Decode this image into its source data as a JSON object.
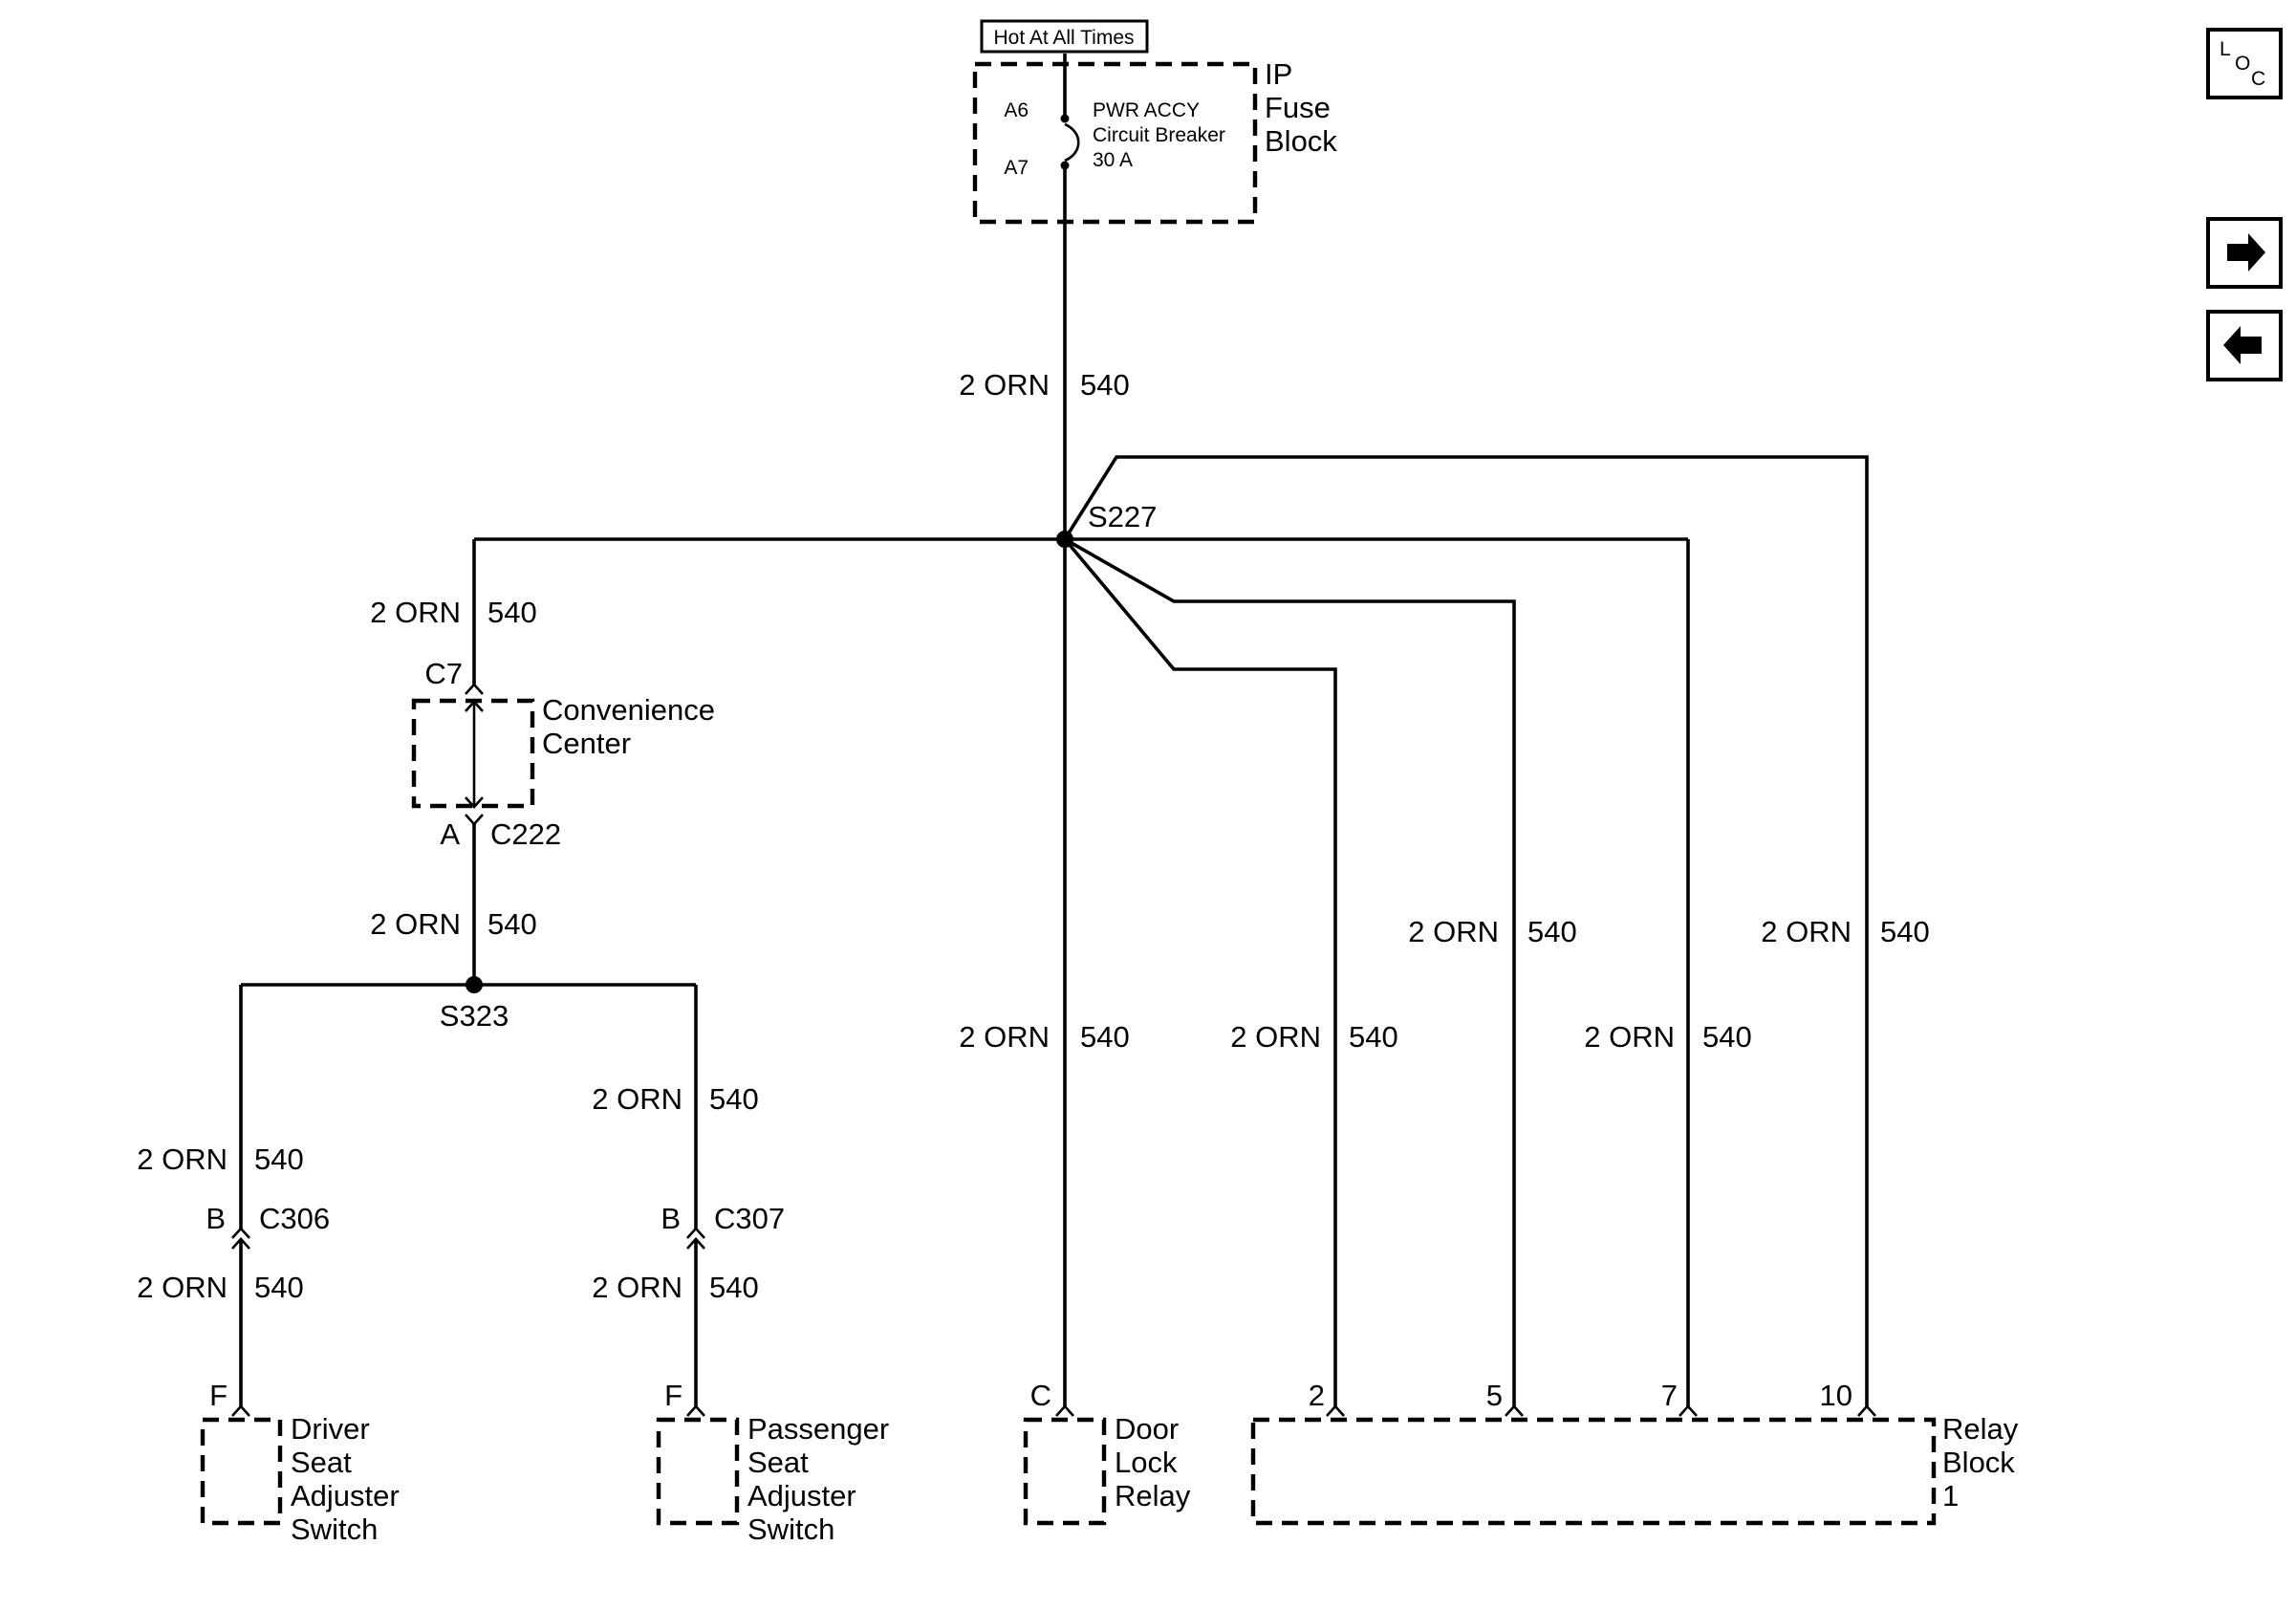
{
  "power_label": "Hot At All Times",
  "fuse_block": {
    "title_lines": [
      "IP",
      "Fuse",
      "Block"
    ],
    "breaker_lines": [
      "PWR ACCY",
      "Circuit Breaker",
      "30 A"
    ],
    "pin_in": "A6",
    "pin_out": "A7"
  },
  "wire_label": {
    "gauge_color": "2 ORN",
    "circuit": "540"
  },
  "splices": {
    "main": "S227",
    "seat": "S323"
  },
  "convenience_center": {
    "title_lines": [
      "Convenience",
      "Center"
    ],
    "top_connector": "C7",
    "bottom_pin": "A",
    "bottom_connector": "C222"
  },
  "connectors": {
    "c306": {
      "pin": "B",
      "name": "C306"
    },
    "c307": {
      "pin": "B",
      "name": "C307"
    }
  },
  "components": {
    "driver_seat": {
      "pin": "F",
      "lines": [
        "Driver",
        "Seat",
        "Adjuster",
        "Switch"
      ]
    },
    "passenger_seat": {
      "pin": "F",
      "lines": [
        "Passenger",
        "Seat",
        "Adjuster",
        "Switch"
      ]
    },
    "door_lock_relay": {
      "pin": "C",
      "lines": [
        "Door",
        "Lock",
        "Relay"
      ]
    },
    "relay_block": {
      "pins": [
        "2",
        "5",
        "7",
        "10"
      ],
      "lines": [
        "Relay",
        "Block",
        "1"
      ]
    }
  },
  "nav": {
    "loc": {
      "L": "L",
      "O": "O",
      "C": "C"
    },
    "icons": [
      "loc-icon",
      "arrow-right-icon",
      "arrow-left-icon"
    ]
  }
}
